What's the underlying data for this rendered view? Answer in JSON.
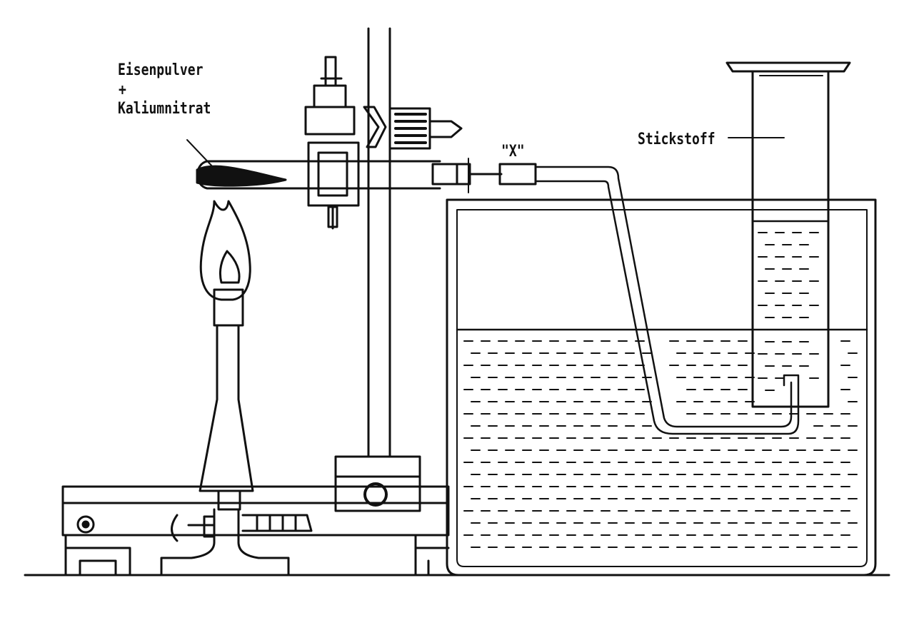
{
  "labels": {
    "reagents_line1": "Eisenpulver",
    "reagents_plus": "+",
    "reagents_line2": "Kaliumnitrat",
    "connector": "\"X\"",
    "gas": "Stickstoff"
  },
  "colors": {
    "ink": "#111111",
    "paper": "#ffffff"
  }
}
